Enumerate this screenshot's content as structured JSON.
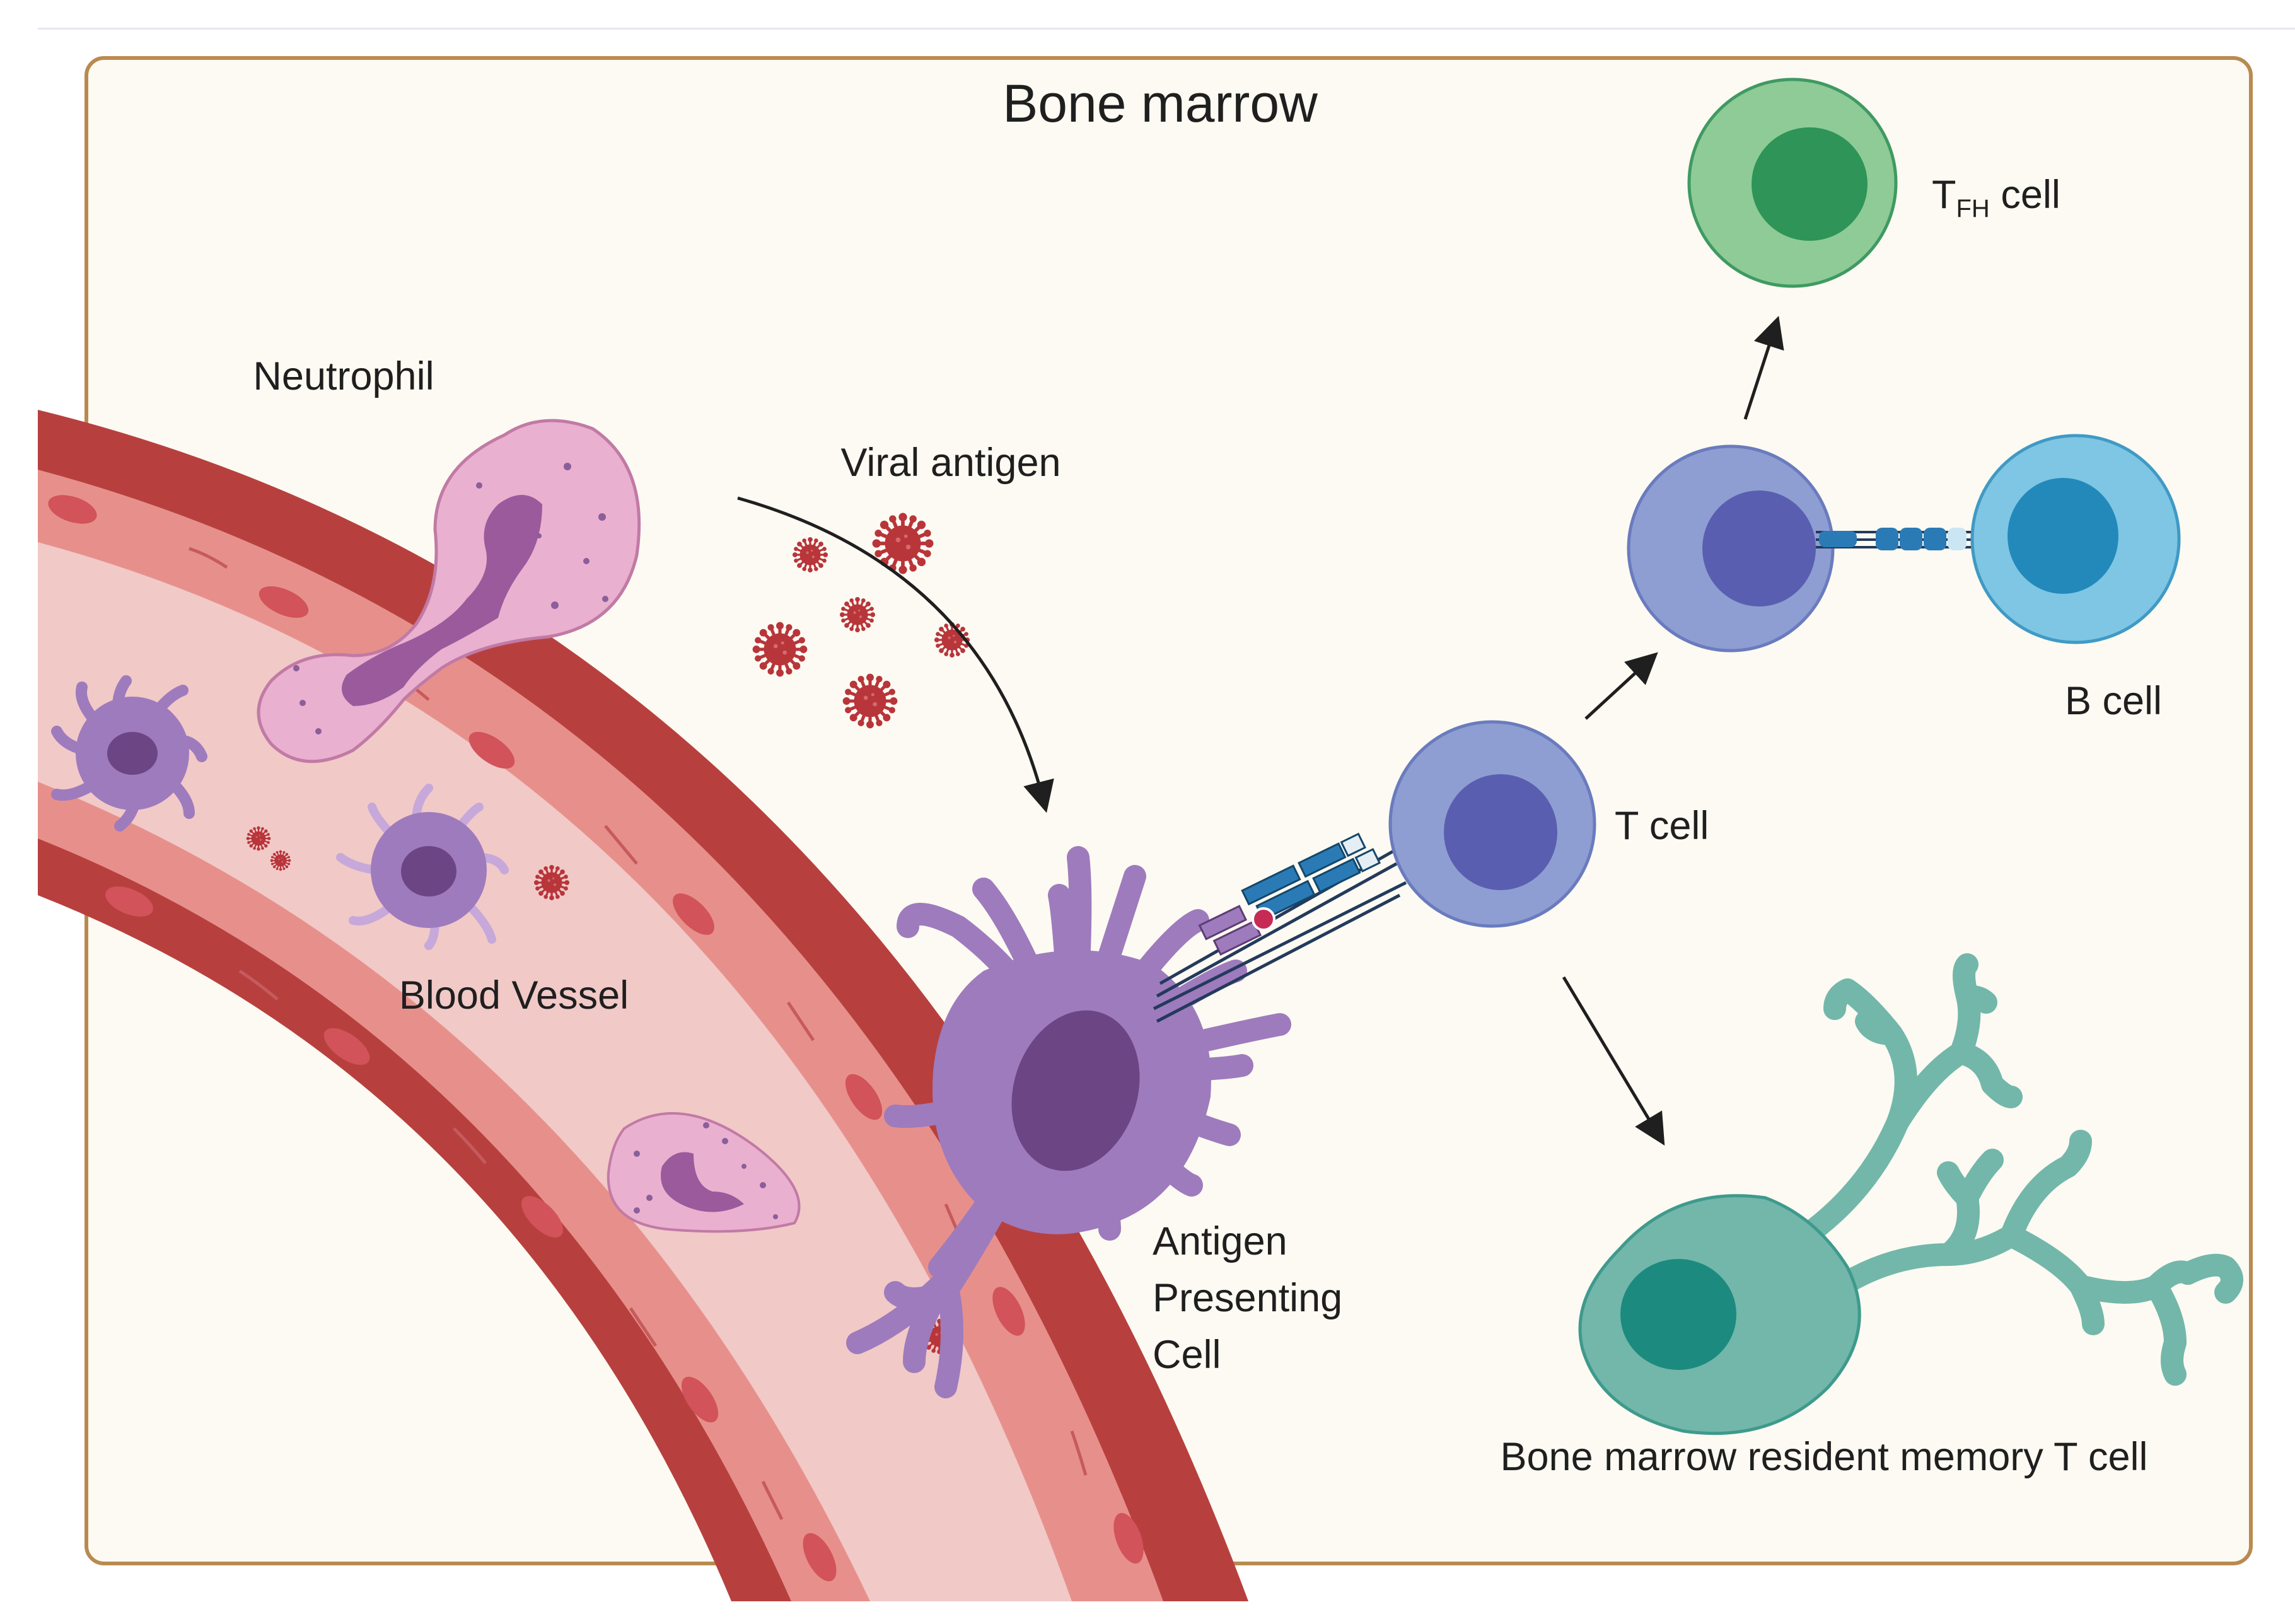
{
  "title": "Bone marrow",
  "labels": {
    "neutrophil": "Neutrophil",
    "viral_antigen": "Viral antigen",
    "blood_vessel": "Blood Vessel",
    "apc_line1": "Antigen",
    "apc_line2": "Presenting",
    "apc_line3": "Cell",
    "t_cell": "T cell",
    "b_cell": "B cell",
    "tfh_main": "T",
    "tfh_sub": "FH",
    "tfh_rest": " cell",
    "memory_t_cell": "Bone marrow resident memory T cell"
  },
  "colors": {
    "panel_bg": "#fcfaf2",
    "panel_border": "#b98a50",
    "vessel_wall": "#b7403f",
    "vessel_lumen": "#f1c9c7",
    "endothelial": "#e7908b",
    "virus": "#b8353a",
    "apc": "#9e7bbd",
    "apc_nucleus": "#6c4585",
    "t_cell": "#8e9ed2",
    "t_cell_nucleus": "#5a5eb0",
    "b_cell": "#7fc6e4",
    "b_cell_nucleus": "#2389bb",
    "tfh_cell": "#8ecb97",
    "tfh_nucleus": "#2e9457",
    "memory_cell": "#72b7aa",
    "memory_nucleus": "#1c8a7f",
    "neutrophil": "#eab0cf",
    "neutrophil_nucleus": "#9b5a9c",
    "receptor": "#2a7bb5"
  },
  "icons": [
    "neutrophil-icon",
    "virus-icon",
    "antigen-presenting-cell-icon",
    "t-cell-icon",
    "b-cell-icon",
    "tfh-cell-icon",
    "memory-t-cell-icon",
    "blood-vessel-icon",
    "arrow-icon"
  ]
}
